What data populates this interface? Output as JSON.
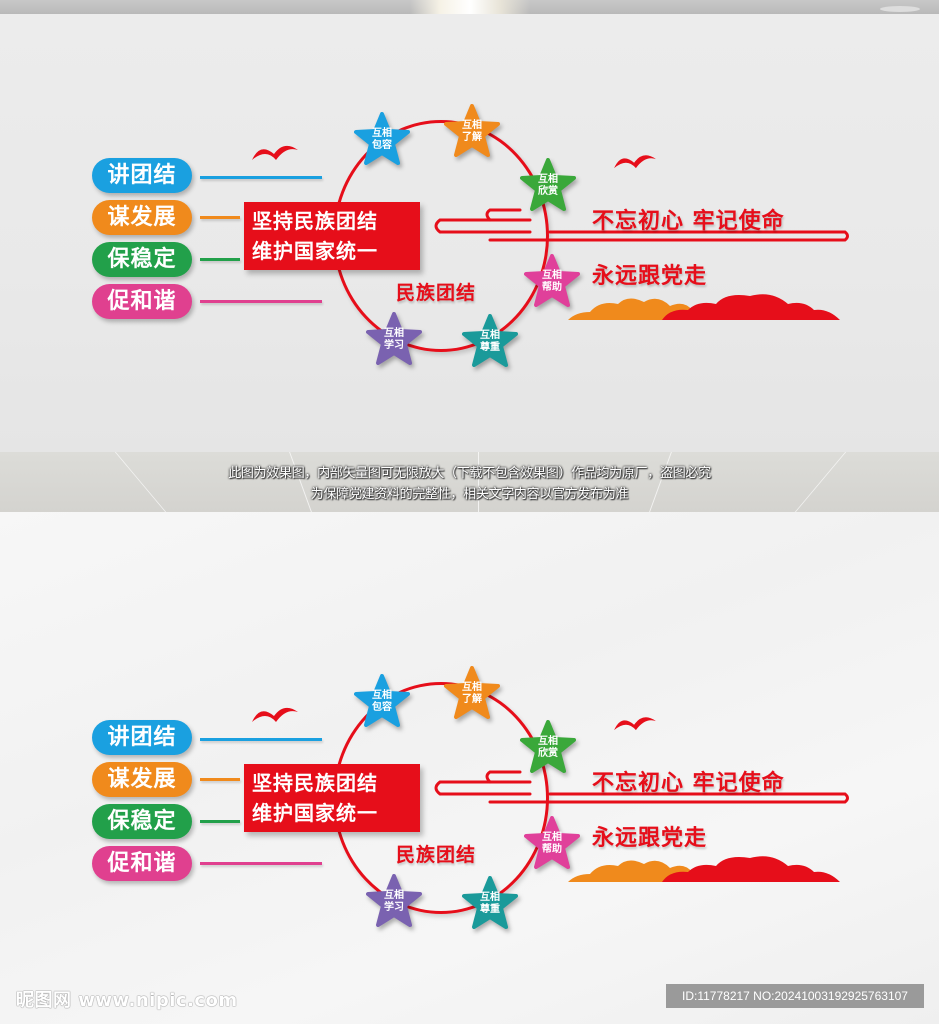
{
  "colors": {
    "red": "#e60e1a",
    "blue": "#1aa0e0",
    "orange": "#f08a1c",
    "green": "#22a04a",
    "pink": "#e0408f",
    "teal": "#1a9a9a",
    "purple": "#7a62b0",
    "magenta": "#e0409a"
  },
  "pills": [
    {
      "label": "讲团结",
      "color": "#1aa0e0"
    },
    {
      "label": "谋发展",
      "color": "#f08a1c"
    },
    {
      "label": "保稳定",
      "color": "#22a04a"
    },
    {
      "label": "促和谐",
      "color": "#e0408f"
    }
  ],
  "main_box": {
    "line1": "坚持民族团结",
    "line2": "维护国家统一"
  },
  "center_label": "民族团结",
  "stars": [
    {
      "line1": "互相",
      "line2": "包容",
      "color": "#1aa0e0"
    },
    {
      "line1": "互相",
      "line2": "了解",
      "color": "#f08a1c"
    },
    {
      "line1": "互相",
      "line2": "欣赏",
      "color": "#3aa83a"
    },
    {
      "line1": "互相",
      "line2": "帮助",
      "color": "#e0409a"
    },
    {
      "line1": "互相",
      "line2": "尊重",
      "color": "#1a9a9a"
    },
    {
      "line1": "互相",
      "line2": "学习",
      "color": "#7a62b0"
    }
  ],
  "slogans": {
    "line1": "不忘初心 牢记使命",
    "line2": "永远跟党走"
  },
  "notice": {
    "line1": "此图为效果图，内部矢量图可无限放大（下载不包含效果图）作品均为原厂，盗图必究",
    "line2": "为保障党建资料的完整性，相关文字内容以官方发布为准"
  },
  "watermark": {
    "site": "昵图网 www.nipic.com",
    "id": "ID:11778217 NO:20241003192925763107"
  }
}
